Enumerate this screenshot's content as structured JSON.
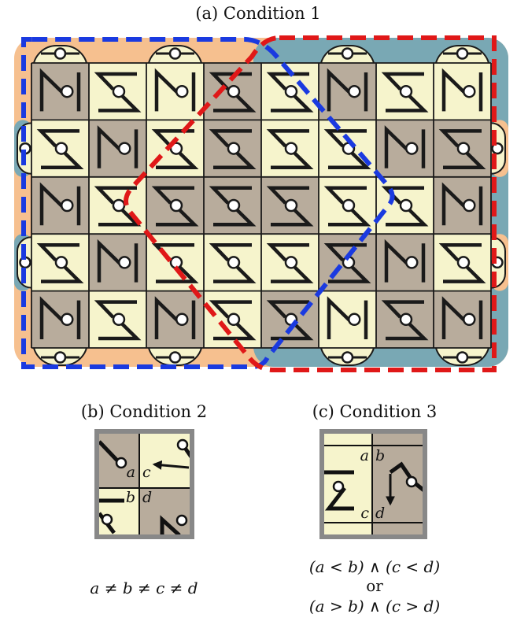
{
  "panel_a": {
    "caption": "(a) Condition 1",
    "rows": 5,
    "cols": 8,
    "color_pattern": [
      "dlldldll",
      "ldldlldd",
      "dldddlld",
      "ldlllddl",
      "dldldldd"
    ],
    "tile_pattern": [
      "NSNSSNSN",
      "SNSSSSNS",
      "NSSSSSSN",
      "SNSSSSNS",
      "NSNSSNSN"
    ],
    "colors": {
      "tile_dark": "#b8ac9c",
      "tile_light": "#f6f4cc",
      "halo_orange": "#f6c08f",
      "halo_teal": "#79a8b4",
      "boundary_blue": "#1a3ae0",
      "boundary_red": "#e01818",
      "grid": "#1a1a1a"
    }
  },
  "panel_b": {
    "caption": "(b) Condition 2",
    "labels": {
      "a": "a",
      "b": "b",
      "c": "c",
      "d": "d"
    },
    "formula": "a ≠ b ≠ c ≠ d"
  },
  "panel_c": {
    "caption": "(c) Condition 3",
    "labels": {
      "a": "a",
      "b": "b",
      "c": "c",
      "d": "d"
    },
    "formula_1": "(a < b) ∧ (c < d)",
    "formula_or": "or",
    "formula_2": "(a > b) ∧ (c > d)"
  }
}
